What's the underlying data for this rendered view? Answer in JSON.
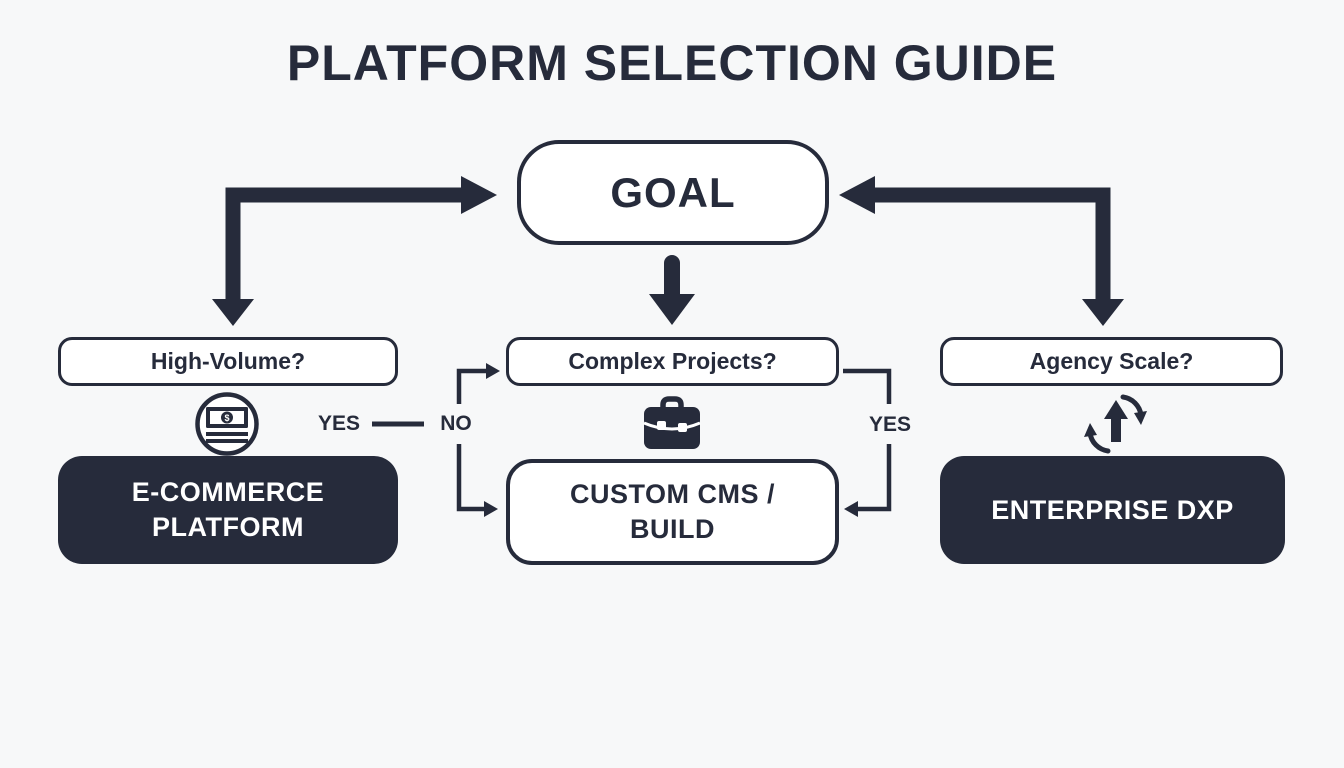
{
  "title": "PLATFORM SELECTION GUIDE",
  "colors": {
    "dark_navy": "#262b3b",
    "background": "#f7f8f9",
    "node_fill": "#ffffff"
  },
  "nodes": {
    "goal": {
      "label": "GOAL"
    },
    "high_volume": {
      "label": "High-Volume?"
    },
    "complex_projects": {
      "label": "Complex Projects?"
    },
    "agency_scale": {
      "label": "Agency Scale?"
    },
    "ecommerce": {
      "line1": "E-COMMERCE",
      "line2": "PLATFORM"
    },
    "custom_cms": {
      "line1": "CUSTOM CMS /",
      "line2": "BUILD"
    },
    "enterprise": {
      "label": "ENTERPRISE DXP"
    }
  },
  "edge_labels": {
    "yes_left": "YES",
    "no_center": "NO",
    "yes_right": "YES"
  },
  "icons": {
    "money": "money-banknote-icon",
    "briefcase": "briefcase-icon",
    "cycle": "sync-cycle-icon"
  }
}
